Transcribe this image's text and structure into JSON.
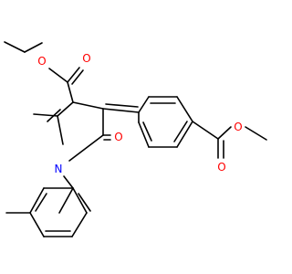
{
  "atoms": [
    {
      "id": "o_carbonyl_ester1",
      "label": "O",
      "color": "#ff0000"
    },
    {
      "id": "o_ether_ester1",
      "label": "O",
      "color": "#ff0000"
    },
    {
      "id": "o_lactam",
      "label": "O",
      "color": "#ff0000"
    },
    {
      "id": "n_ring",
      "label": "N",
      "color": "#0000ff"
    },
    {
      "id": "o_ether_ester2",
      "label": "O",
      "color": "#ff0000"
    },
    {
      "id": "o_carbonyl_ester2",
      "label": "O",
      "color": "#ff0000"
    }
  ]
}
